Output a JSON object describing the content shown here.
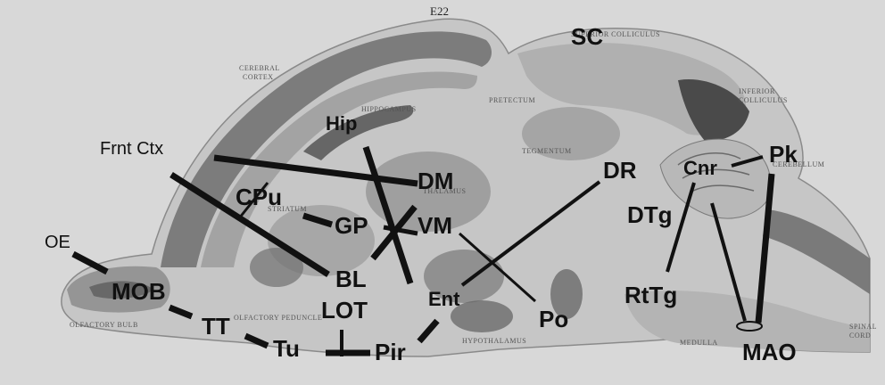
{
  "figure_label": "E22",
  "region_labels": {
    "sc": "SC",
    "hip": "Hip",
    "frnt_ctx": "Frnt Ctx",
    "dm": "DM",
    "cpu": "CPu",
    "gp": "GP",
    "vm": "VM",
    "dr": "DR",
    "cnr": "Cnr",
    "pk": "Pk",
    "dtg": "DTg",
    "oe": "OE",
    "mob": "MOB",
    "bl": "BL",
    "ent": "Ent",
    "lot": "LOT",
    "tt": "TT",
    "tu": "Tu",
    "pir": "Pir",
    "po": "Po",
    "rttg": "RtTg",
    "mao": "MAO"
  },
  "atlas_labels": {
    "cerebral_cortex_1": "CEREBRAL",
    "cerebral_cortex_2": "CORTEX",
    "superior_colliculus": "SUPERIOR COLLICULUS",
    "pretectum": "PRETECTUM",
    "inferior_colliculus_1": "INFERIOR",
    "inferior_colliculus_2": "COLLICULUS",
    "thalamus": "THALAMUS",
    "tegmentum": "TEGMENTUM",
    "striatum": "STRIATUM",
    "hippocampus": "HIPPOCAMPUS",
    "cerebellum": "CEREBELLUM",
    "olfactory_bulb": "OLFACTORY BULB",
    "olfactory_peduncle": "OLFACTORY PEDUNCLE",
    "hypothalamus": "HYPOTHALAMUS",
    "medulla": "MEDULLA",
    "spinal_cord_1": "SPINAL",
    "spinal_cord_2": "CORD"
  },
  "colors": {
    "background": "#d8d8d8",
    "tissue_light": "#c4c4c4",
    "tissue_mid": "#a6a6a6",
    "tissue_dark": "#6e6e6e",
    "label_line": "#111111"
  }
}
